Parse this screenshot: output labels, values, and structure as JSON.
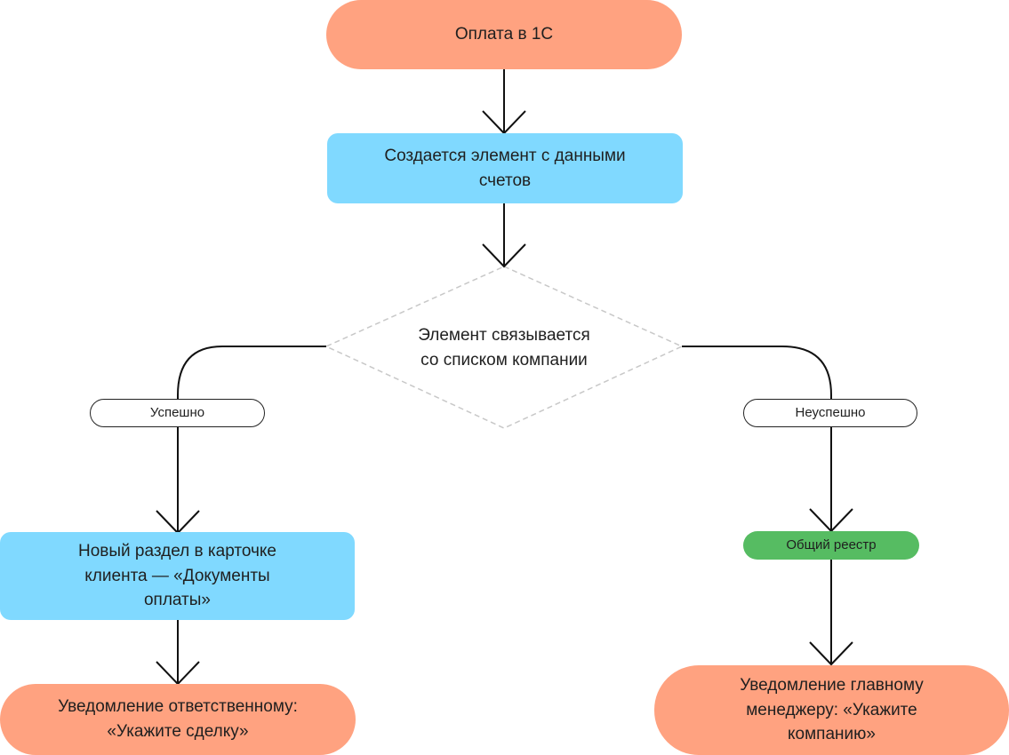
{
  "nodes": {
    "start": "Оплата в 1С",
    "create_element": "Создается элемент с данными\nсчетов",
    "decision": "Элемент связывается\nсо списком компании",
    "success": "Успешно",
    "failure": "Неуспешно",
    "new_section": "Новый раздел в карточке\nклиента  — «Документы\nоплаты»",
    "notify_responsible": "Уведомление ответственному:\n«Укажите сделку»",
    "general_registry": "Общий реестр",
    "notify_manager": "Уведомление главному\nменеджеру: «Укажите\nкомпанию»"
  },
  "colors": {
    "terminal": "#ffa280",
    "process": "#80d9ff",
    "registry": "#56bc62",
    "decision_border": "#c8c8c8",
    "connector": "#111111"
  }
}
